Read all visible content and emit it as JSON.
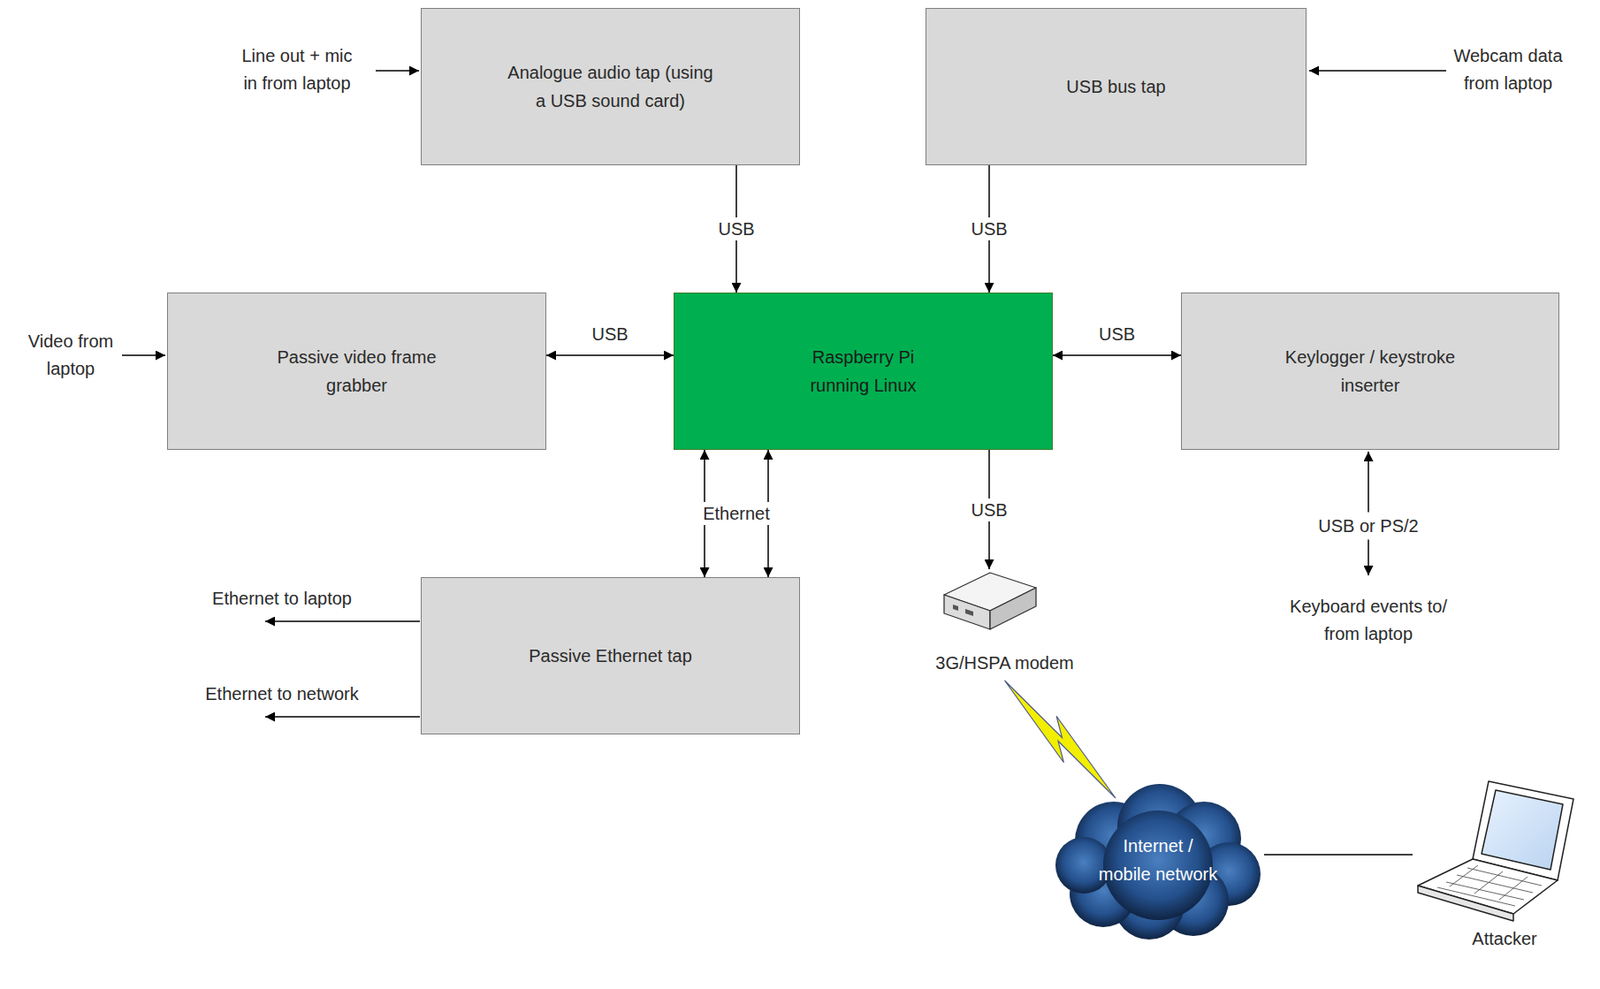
{
  "diagram": {
    "nodes": [
      {
        "text": [
          "Analogue audio tap (using a USB sound card)"
        ]
      },
      {
        "text": [
          "USB bus tap"
        ]
      },
      {
        "text": [
          "Passive video frame grabber"
        ]
      },
      {
        "text": [
          "Raspberry Pi running Linux"
        ]
      },
      {
        "text": [
          "Keylogger / keystroke inserter"
        ]
      },
      {
        "text": [
          "Passive Ethernet tap"
        ]
      },
      {
        "text": [
          "3G/HSPA modem"
        ]
      },
      {
        "text": [
          "Internet / mobile network"
        ]
      },
      {
        "text": [
          "Attacker"
        ]
      }
    ],
    "edges": [
      {
        "from": 0,
        "to": 3,
        "label": "USB",
        "arrow": "to"
      },
      {
        "from": 1,
        "to": 3,
        "label": "USB",
        "arrow": "to"
      },
      {
        "from": 2,
        "to": 3,
        "label": "USB",
        "arrow": "both"
      },
      {
        "from": 3,
        "to": 4,
        "label": "USB",
        "arrow": "both"
      },
      {
        "from": 3,
        "to": 5,
        "label": "Ethernet",
        "arrow": "both"
      },
      {
        "from": 3,
        "to": 5,
        "arrow": "both"
      },
      {
        "from": 3,
        "to": 6,
        "label": "USB",
        "arrow": "to"
      },
      {
        "from": 6,
        "to": 7,
        "arrow": "none"
      },
      {
        "from": 7,
        "to": 8,
        "arrow": "none"
      }
    ],
    "labels": [
      "Line out + mic in from laptop",
      "Webcam data from laptop",
      "Video from laptop",
      "Ethernet to laptop",
      "Ethernet to network",
      "USB or PS/2",
      "Keyboard events to/ from laptop"
    ]
  }
}
